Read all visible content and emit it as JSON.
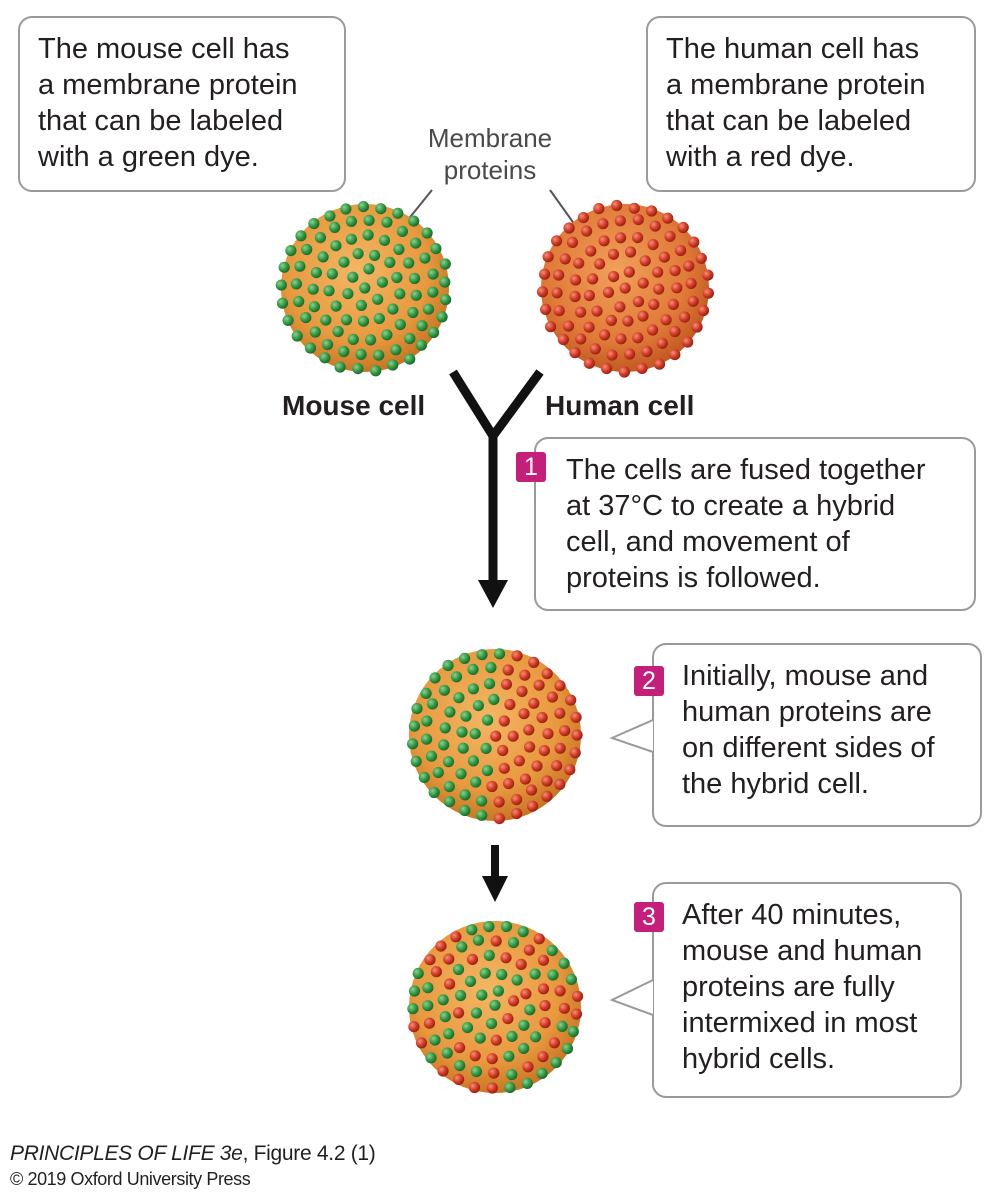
{
  "boxes": {
    "mouse_desc": [
      "The mouse cell has",
      "a membrane protein",
      "that can be labeled",
      "with a green dye."
    ],
    "human_desc": [
      "The human cell has",
      "a membrane protein",
      "that can be labeled",
      "with a red dye."
    ],
    "step1": {
      "num": "1",
      "lines": [
        "The cells are fused together",
        "at 37°C to create a hybrid",
        "cell, and movement of",
        "proteins is followed."
      ]
    },
    "step2": {
      "num": "2",
      "lines": [
        "Initially, mouse and",
        "human proteins are",
        "on different sides of",
        "the hybrid cell."
      ]
    },
    "step3": {
      "num": "3",
      "lines": [
        "After 40 minutes,",
        "mouse and human",
        "proteins are fully",
        "intermixed in most",
        "hybrid cells."
      ]
    }
  },
  "annotation": [
    "Membrane",
    "proteins"
  ],
  "cells": {
    "mouse_label": "Mouse cell",
    "human_label": "Human cell"
  },
  "footer": {
    "title_italic": "PRINCIPLES OF LIFE 3e",
    "title_rest": ", Figure 4.2 (1)",
    "copyright": "© 2019 Oxford University Press"
  },
  "colors": {
    "cell_fill": "#e8993e",
    "green_protein": "#2f9a44",
    "red_protein": "#d23a26",
    "badge": "#c41f7a"
  }
}
